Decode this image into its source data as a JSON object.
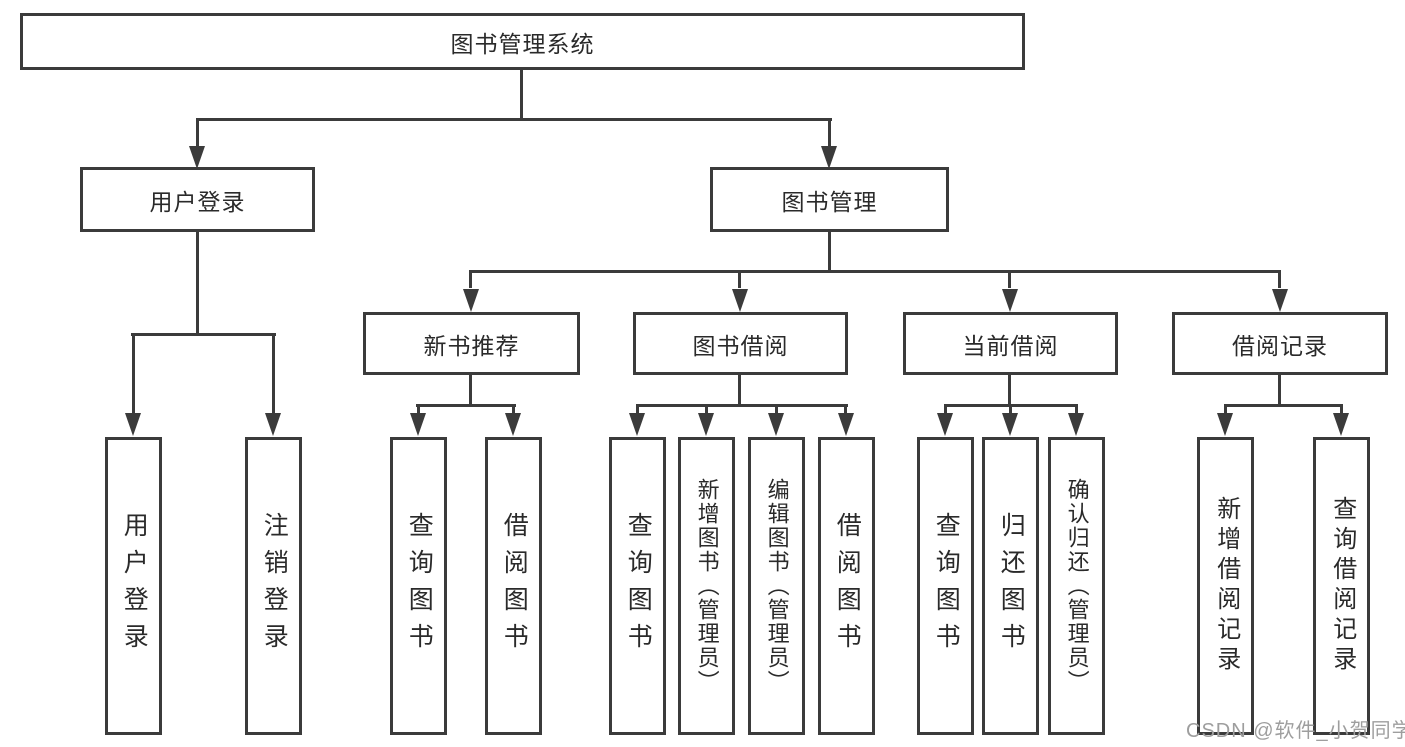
{
  "colors": {
    "line": "#3b3b3b",
    "text": "#2a2a2a",
    "watermark": "#9e9e9e",
    "background": "#ffffff"
  },
  "tree": {
    "root": {
      "label": "图书管理系统",
      "children": [
        {
          "label": "用户登录",
          "children": [
            {
              "label": "用户登录"
            },
            {
              "label": "注销登录"
            }
          ]
        },
        {
          "label": "图书管理",
          "children": [
            {
              "label": "新书推荐",
              "children": [
                {
                  "label": "查询图书"
                },
                {
                  "label": "借阅图书"
                }
              ]
            },
            {
              "label": "图书借阅",
              "children": [
                {
                  "label": "查询图书"
                },
                {
                  "label": "新增图书（管理员）"
                },
                {
                  "label": "编辑图书（管理员）"
                },
                {
                  "label": "借阅图书"
                }
              ]
            },
            {
              "label": "当前借阅",
              "children": [
                {
                  "label": "查询图书"
                },
                {
                  "label": "归还图书"
                },
                {
                  "label": "确认归还（管理员）"
                }
              ]
            },
            {
              "label": "借阅记录",
              "children": [
                {
                  "label": "新增借阅记录"
                },
                {
                  "label": "查询借阅记录"
                }
              ]
            }
          ]
        }
      ]
    }
  },
  "watermark": "CSDN @软件_小贺同学"
}
